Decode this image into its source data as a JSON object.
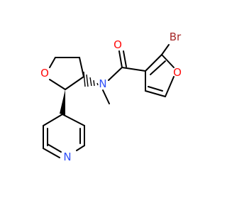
{
  "atoms": {
    "br": {
      "label": "Br",
      "color": "#a62929"
    },
    "carbonyl_o": {
      "label": "O",
      "color": "#ff0d0d"
    },
    "amide_n": {
      "label": "N",
      "color": "#3050f8"
    },
    "furan_o": {
      "label": "O",
      "color": "#ff0d0d"
    },
    "thf_o": {
      "label": "O",
      "color": "#ff0d0d"
    },
    "pyridine_n": {
      "label": "N",
      "color": "#3050f8"
    }
  },
  "colors": {
    "bond": "#000000",
    "background": "#ffffff"
  }
}
